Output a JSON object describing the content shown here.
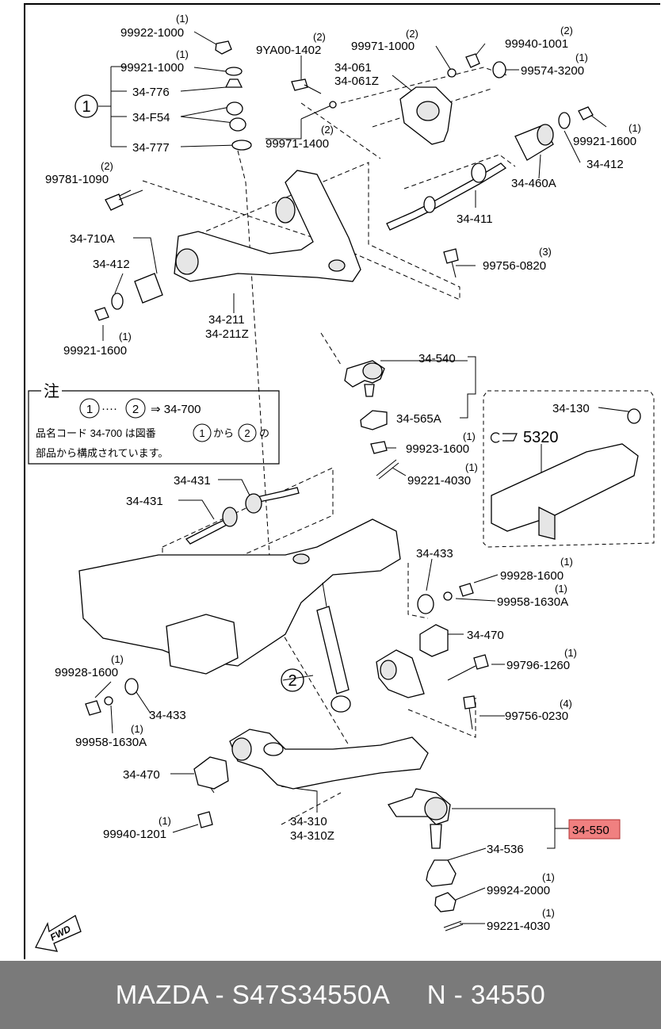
{
  "footer": {
    "text": "MAZDA - S47S34550A     N - 34550"
  },
  "highlight_color": "#f08080",
  "callouts": [
    {
      "id": "c01",
      "part": "99922-1000",
      "qty": "(1)"
    },
    {
      "id": "c02",
      "part": "99921-1000",
      "qty": "(1)"
    },
    {
      "id": "c03",
      "part": "34-776",
      "qty": ""
    },
    {
      "id": "c04",
      "part": "34-F54",
      "qty": ""
    },
    {
      "id": "c05",
      "part": "34-777",
      "qty": ""
    },
    {
      "id": "c06",
      "part": "9YA00-1402",
      "qty": "(2)"
    },
    {
      "id": "c07",
      "part": "99971-1000",
      "qty": "(2)"
    },
    {
      "id": "c08",
      "part": "99940-1001",
      "qty": "(2)"
    },
    {
      "id": "c09",
      "part": "99574-3200",
      "qty": "(1)"
    },
    {
      "id": "c10",
      "part": "34-061",
      "qty": ""
    },
    {
      "id": "c11",
      "part": "34-061Z",
      "qty": ""
    },
    {
      "id": "c12",
      "part": "99971-1400",
      "qty": "(2)"
    },
    {
      "id": "c13",
      "part": "99921-1600",
      "qty": "(1)"
    },
    {
      "id": "c14",
      "part": "34-412",
      "qty": ""
    },
    {
      "id": "c15",
      "part": "34-460A",
      "qty": ""
    },
    {
      "id": "c16",
      "part": "99781-1090",
      "qty": "(2)"
    },
    {
      "id": "c17",
      "part": "34-411",
      "qty": ""
    },
    {
      "id": "c18",
      "part": "34-710A",
      "qty": ""
    },
    {
      "id": "c19",
      "part": "34-412",
      "qty": ""
    },
    {
      "id": "c20",
      "part": "99756-0820",
      "qty": "(3)"
    },
    {
      "id": "c21",
      "part": "34-211",
      "qty": ""
    },
    {
      "id": "c22",
      "part": "34-211Z",
      "qty": ""
    },
    {
      "id": "c23",
      "part": "99921-1600",
      "qty": "(1)"
    },
    {
      "id": "c24",
      "part": "34-540",
      "qty": ""
    },
    {
      "id": "c25",
      "part": "34-565A",
      "qty": ""
    },
    {
      "id": "c26",
      "part": "99923-1600",
      "qty": "(1)"
    },
    {
      "id": "c27",
      "part": "99221-4030",
      "qty": "(1)"
    },
    {
      "id": "c28",
      "part": "34-130",
      "qty": ""
    },
    {
      "id": "c29",
      "part": "34-431",
      "qty": ""
    },
    {
      "id": "c30",
      "part": "34-431",
      "qty": ""
    },
    {
      "id": "c31",
      "part": "34-433",
      "qty": ""
    },
    {
      "id": "c32",
      "part": "99928-1600",
      "qty": "(1)"
    },
    {
      "id": "c33",
      "part": "99958-1630A",
      "qty": "(1)"
    },
    {
      "id": "c34",
      "part": "34-470",
      "qty": ""
    },
    {
      "id": "c35",
      "part": "99796-1260",
      "qty": "(1)"
    },
    {
      "id": "c36",
      "part": "99928-1600",
      "qty": "(1)"
    },
    {
      "id": "c37",
      "part": "34-433",
      "qty": ""
    },
    {
      "id": "c38",
      "part": "99958-1630A",
      "qty": "(1)"
    },
    {
      "id": "c39",
      "part": "99756-0230",
      "qty": "(4)"
    },
    {
      "id": "c40",
      "part": "34-470",
      "qty": ""
    },
    {
      "id": "c41",
      "part": "99940-1201",
      "qty": "(1)"
    },
    {
      "id": "c42",
      "part": "34-310",
      "qty": ""
    },
    {
      "id": "c43",
      "part": "34-310Z",
      "qty": ""
    },
    {
      "id": "c44",
      "part": "34-536",
      "qty": ""
    },
    {
      "id": "c45",
      "part": "99924-2000",
      "qty": "(1)"
    },
    {
      "id": "c46",
      "part": "99221-4030",
      "qty": "(1)"
    }
  ],
  "highlight_part": "34-550",
  "markers": {
    "m1": "1",
    "m2": "2"
  },
  "ref_box": {
    "text": "5320"
  },
  "note": {
    "title": "注",
    "line1_m1": "1",
    "line1_dots": "····",
    "line1_m2": "2",
    "line1_arrow": "⇒ 34-700",
    "line2_a": "品名コード  34-700  は図番",
    "line2_m1": "1",
    "line2_b": "から",
    "line2_m2": "2",
    "line2_c": "の",
    "line3": "部品から構成されています。"
  },
  "fwd": "FWD"
}
